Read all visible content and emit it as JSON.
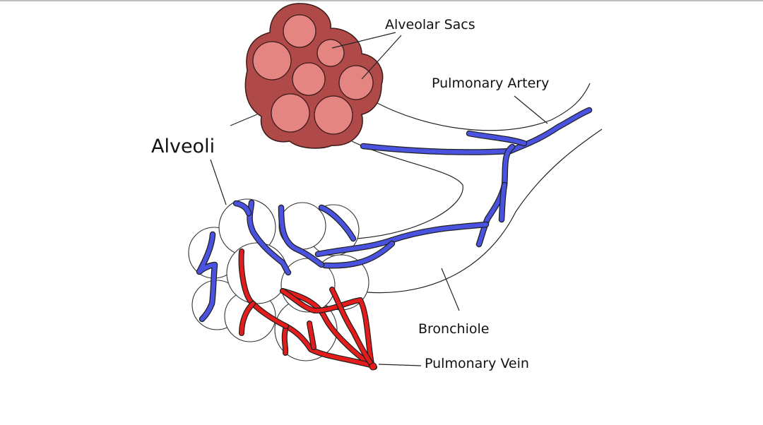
{
  "labels": {
    "alveolar_sacs": "Alveolar Sacs",
    "pulmonary_artery": "Pulmonary Artery",
    "alveoli": "Alveoli",
    "bronchiole": "Bronchiole",
    "pulmonary_vein": "Pulmonary Vein"
  },
  "colors": {
    "sac_outer": "#b04a48",
    "sac_inner": "#e48582",
    "artery": "#4a52e0",
    "vein": "#e41c1c",
    "outline": "#222222"
  }
}
